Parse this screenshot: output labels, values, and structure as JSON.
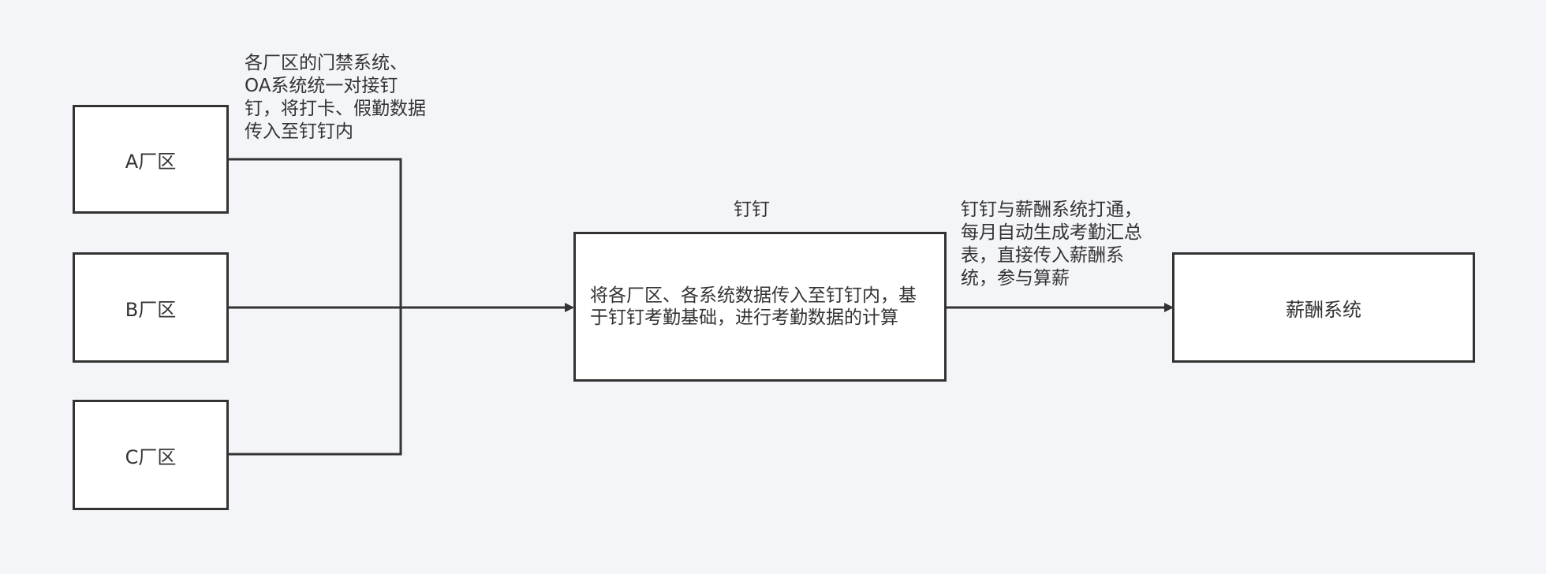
{
  "diagram": {
    "nodes": {
      "a": "A厂区",
      "b": "B厂区",
      "c": "C厂区",
      "dingtalk_title": "钉钉",
      "dingtalk_body": "将各厂区、各系统数据传入至钉钉内，基于钉钉考勤基础，进行考勤数据的计算",
      "salary": "薪酬系统"
    },
    "labels": {
      "factories_to_dingtalk": "各厂区的门禁系统、OA系统统一对接钉钉，将打卡、假勤数据传入至钉钉内",
      "dingtalk_to_salary": "钉钉与薪酬系统打通，每月自动生成考勤汇总表，直接传入薪酬系统，参与算薪"
    },
    "colors": {
      "stroke": "#333333",
      "canvas": "#f4f5f8",
      "node_fill": "#ffffff"
    }
  }
}
